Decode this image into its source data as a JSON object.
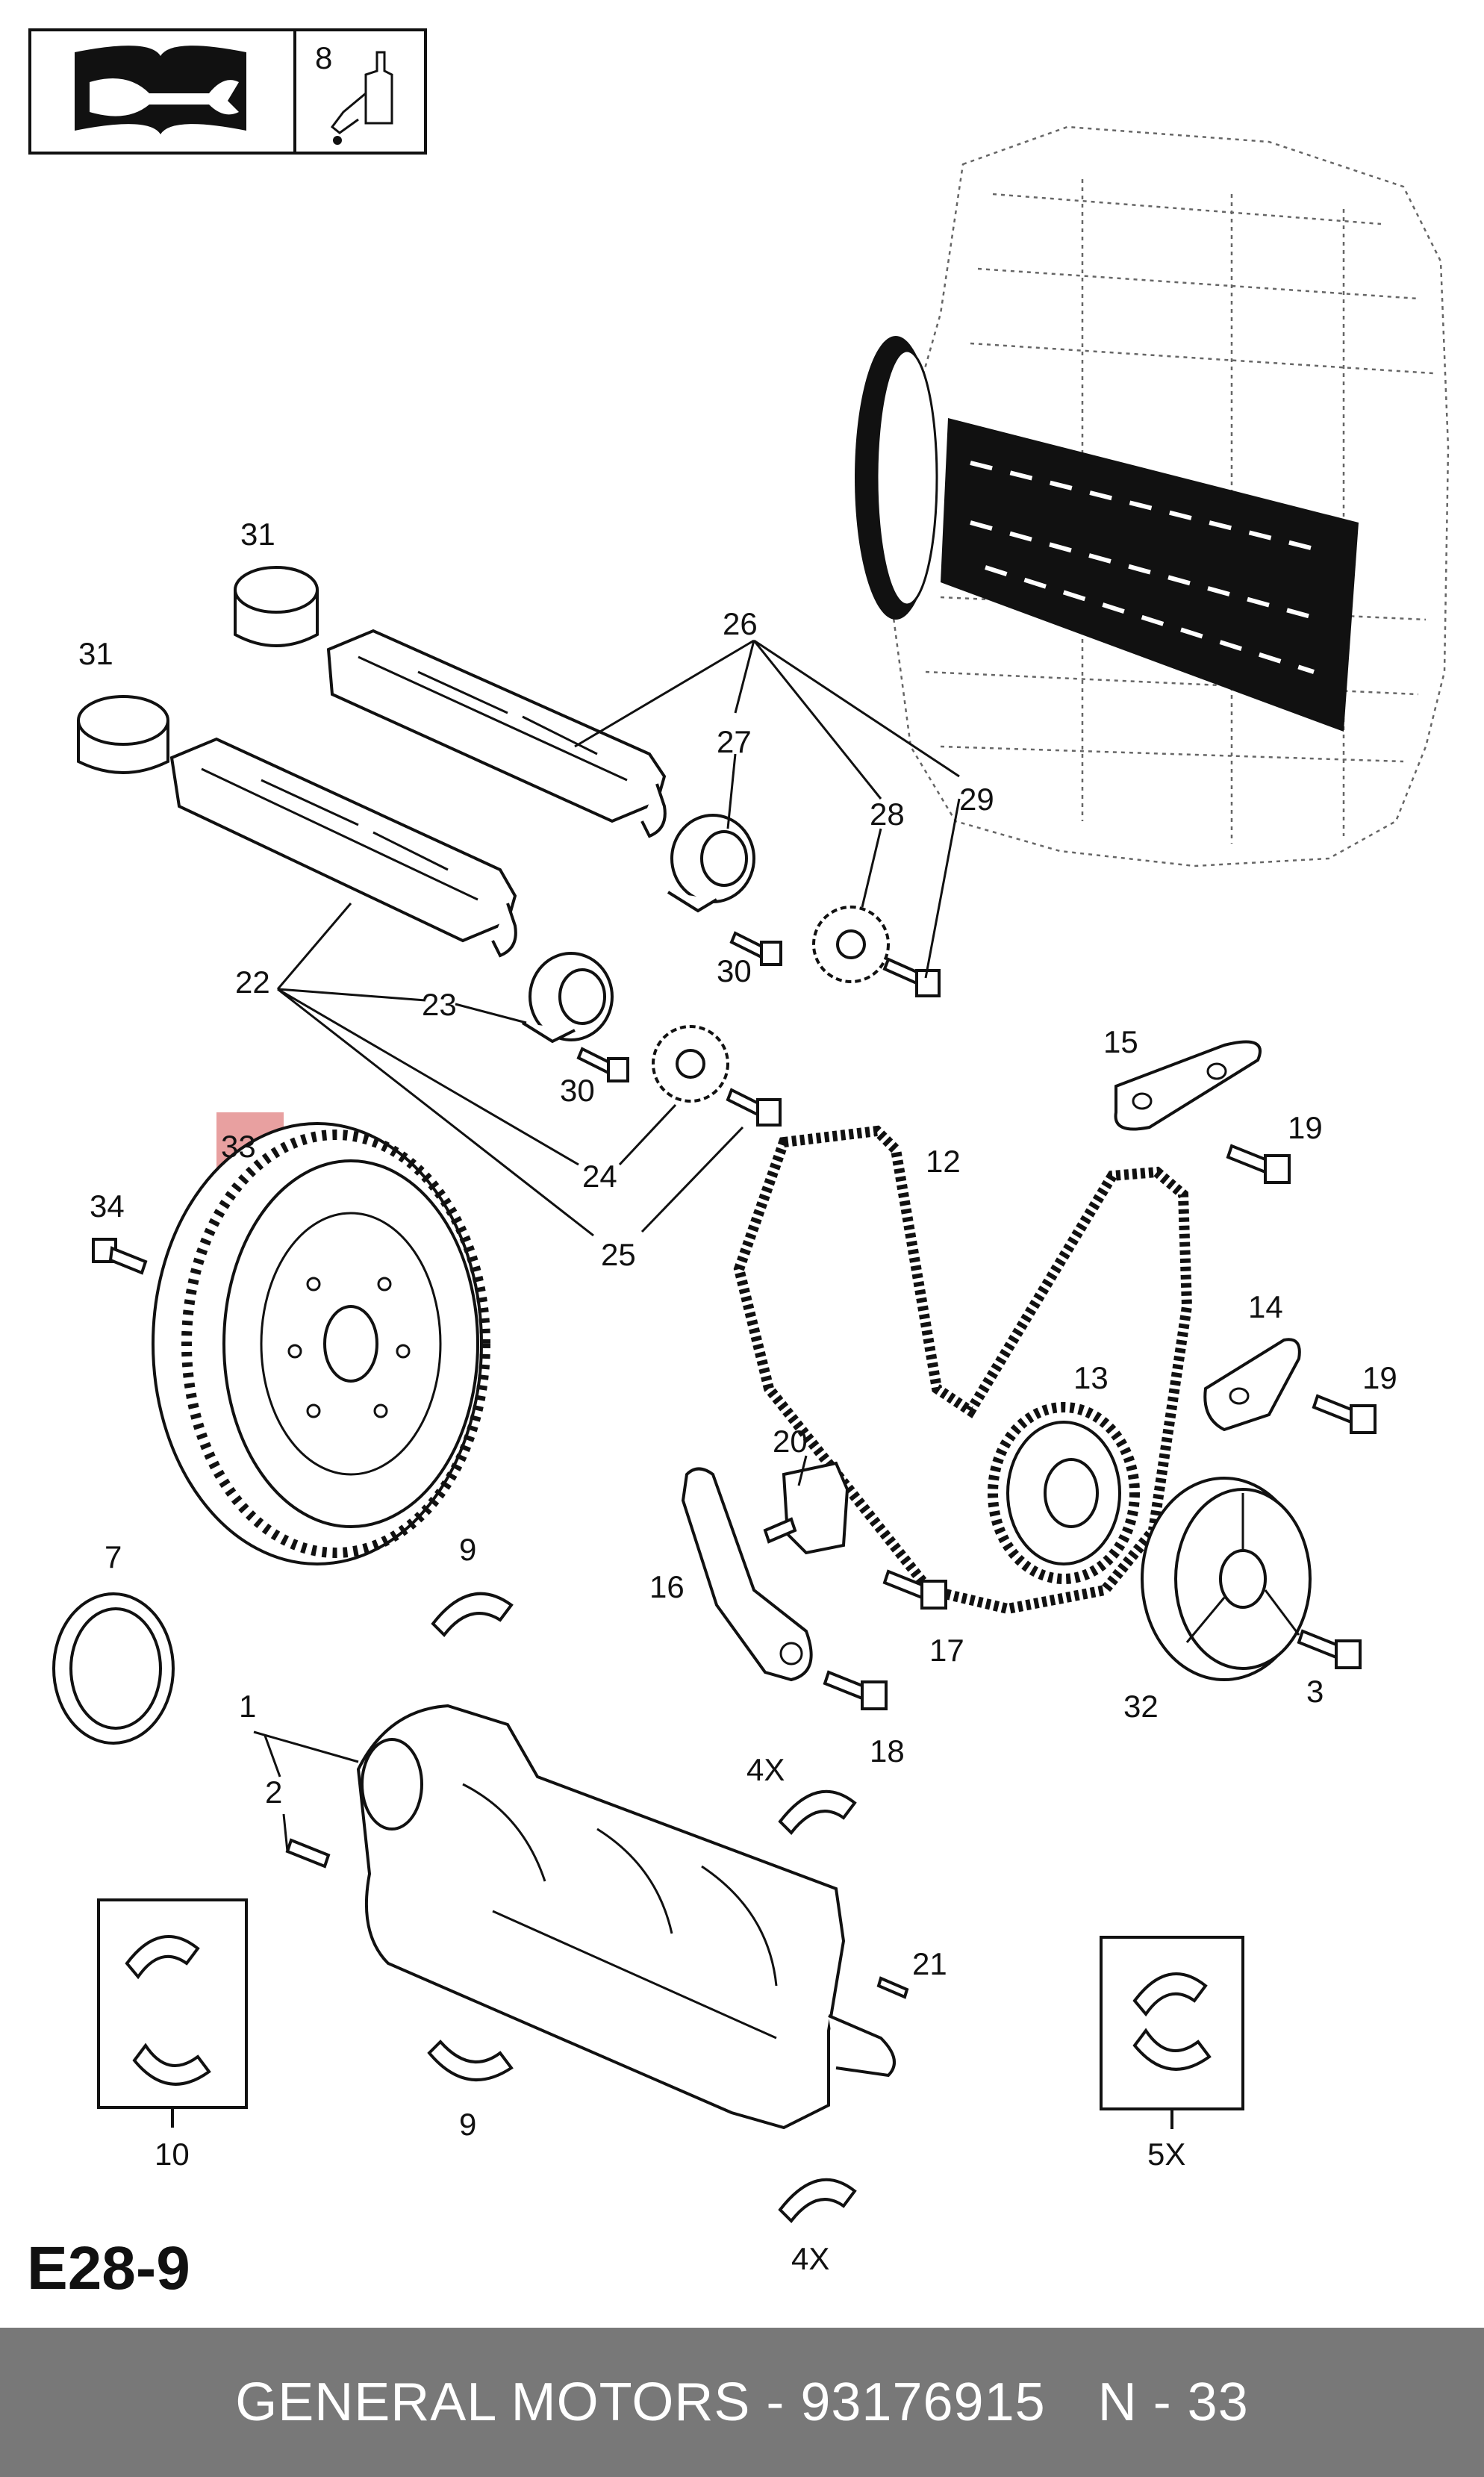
{
  "diagram": {
    "page_code": "E28-9",
    "highlight_color": "#e8a0a0",
    "header_box": {
      "label": "8",
      "icons": [
        "manual-wrench-icon",
        "oil-bottle-icon"
      ]
    },
    "callouts": {
      "c31a": "31",
      "c31b": "31",
      "c26": "26",
      "c27": "27",
      "c28": "28",
      "c29": "29",
      "c30a": "30",
      "c30b": "30",
      "c22": "22",
      "c23": "23",
      "c24": "24",
      "c25": "25",
      "c33": "33",
      "c34": "34",
      "c12": "12",
      "c13": "13",
      "c14": "14",
      "c15": "15",
      "c19a": "19",
      "c19b": "19",
      "c20": "20",
      "c16": "16",
      "c17": "17",
      "c18": "18",
      "c7": "7",
      "c9a": "9",
      "c9b": "9",
      "c1": "1",
      "c2": "2",
      "c4xa": "4X",
      "c4xb": "4X",
      "c21": "21",
      "c10": "10",
      "c5x": "5X",
      "c32": "32",
      "c3": "3"
    }
  },
  "footer": {
    "brand": "GENERAL MOTORS - 93176915",
    "ref": "N - 33"
  }
}
